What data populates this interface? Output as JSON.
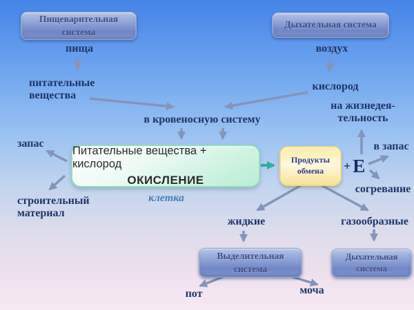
{
  "boxes": {
    "digestive": "Пищеварительная\nсистема",
    "respiratory_top": "Дыхательная система",
    "oxidation_line1": "Питательные вещества + кислород",
    "oxidation_line2": "ОКИСЛЕНИЕ",
    "products": "Продукты\nобмена",
    "excretory": "Выделительная\nсистема",
    "respiratory_bottom": "Дыхательная\nсистема"
  },
  "labels": {
    "food": "пища",
    "air": "воздух",
    "nutrients": "питательные\nвещества",
    "oxygen": "кислород",
    "to_blood_system": "в кровеносную систему",
    "for_vital_activity": "на жизнедея-\nтельность",
    "to_reserve": "в запас",
    "warming": "согревание",
    "reserve": "запас",
    "building_material": "строительный\nматериал",
    "cell": "клетка",
    "energy_plus": "+",
    "energy_e": "Е",
    "liquid": "жидкие",
    "gaseous": "газообразные",
    "sweat": "пот",
    "urine": "моча"
  },
  "colors": {
    "background_top": "#4583e6",
    "background_bottom": "#f7e9f4",
    "arrow": "#8594bb",
    "teal_arrow": "#2fae9e",
    "label_text": "#1f3566",
    "system_box_fill": "#8fa3d6",
    "system_box_text": "#414d85",
    "oxidation_box_fill": "#cdf2e0",
    "products_box_fill": "#fdf8e0",
    "products_text": "#2c3a8f",
    "cell_text": "#4a7fb5",
    "energy_text": "#1c2a66"
  }
}
